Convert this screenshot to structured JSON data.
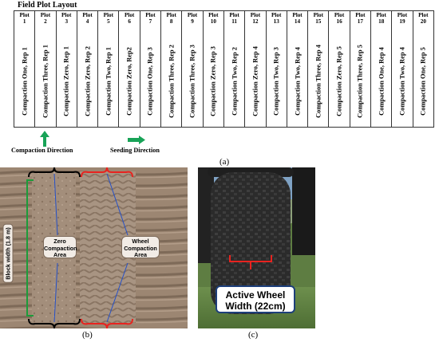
{
  "layout_title": "Field Plot Layout",
  "plots": [
    {
      "header": "Plot",
      "number": "1",
      "treatment": "Compaction One, Rep 1"
    },
    {
      "header": "Plot",
      "number": "2",
      "treatment": "Compaction Three, Rep 1"
    },
    {
      "header": "Plot",
      "number": "3",
      "treatment": "Compaction Zero, Rep 1"
    },
    {
      "header": "Plot",
      "number": "4",
      "treatment": "Compaction Zero, Rep 2"
    },
    {
      "header": "Plot",
      "number": "5",
      "treatment": "Compaction Two, Rep 1"
    },
    {
      "header": "Plot",
      "number": "6",
      "treatment": "Compaction Zero, Rep2"
    },
    {
      "header": "Plot",
      "number": "7",
      "treatment": "Compaction One, Rep 3"
    },
    {
      "header": "Plot",
      "number": "8",
      "treatment": "Compaction Three, Rep 2"
    },
    {
      "header": "Plot",
      "number": "9",
      "treatment": "Compaction Three, Rep 3"
    },
    {
      "header": "Plot",
      "number": "10",
      "treatment": "Compaction Zero, Rep 3"
    },
    {
      "header": "Plot",
      "number": "11",
      "treatment": "Compaction Two, Rep 2"
    },
    {
      "header": "Plot",
      "number": "12",
      "treatment": "Compaction Zero, Rep 4"
    },
    {
      "header": "Plot",
      "number": "13",
      "treatment": "Compaction Two, Rep 3"
    },
    {
      "header": "Plot",
      "number": "14",
      "treatment": "Compaction Two, Rep 4"
    },
    {
      "header": "Plot",
      "number": "15",
      "treatment": "Compaction Three, Rep 4"
    },
    {
      "header": "Plot",
      "number": "16",
      "treatment": "Compaction Zero, Rep 5"
    },
    {
      "header": "Plot",
      "number": "17",
      "treatment": "Compaction Three, Rep 5"
    },
    {
      "header": "Plot",
      "number": "18",
      "treatment": "Compaction One, Rep 4"
    },
    {
      "header": "Plot",
      "number": "19",
      "treatment": "Compaction Two, Rep 4"
    },
    {
      "header": "Plot",
      "number": "20",
      "treatment": "Compaction One, Rep 5"
    }
  ],
  "compaction_direction": "Compaction Direction",
  "seeding_direction": "Seeding Direction",
  "panel_labels": {
    "a": "(a)",
    "b": "(b)",
    "c": "(c)"
  },
  "photo_b": {
    "block_width": "Block width (1.8 m)",
    "zero_area": "Zero Compaction Area",
    "wheel_area": "Wheel Compaction Area"
  },
  "photo_c": {
    "active_wheel": "Active Wheel Width (22cm)"
  },
  "colors": {
    "arrow_green": "#18a357",
    "bracket_red": "#e8231f",
    "bracket_green": "#1d9c3a",
    "line_blue": "#2450c8"
  }
}
